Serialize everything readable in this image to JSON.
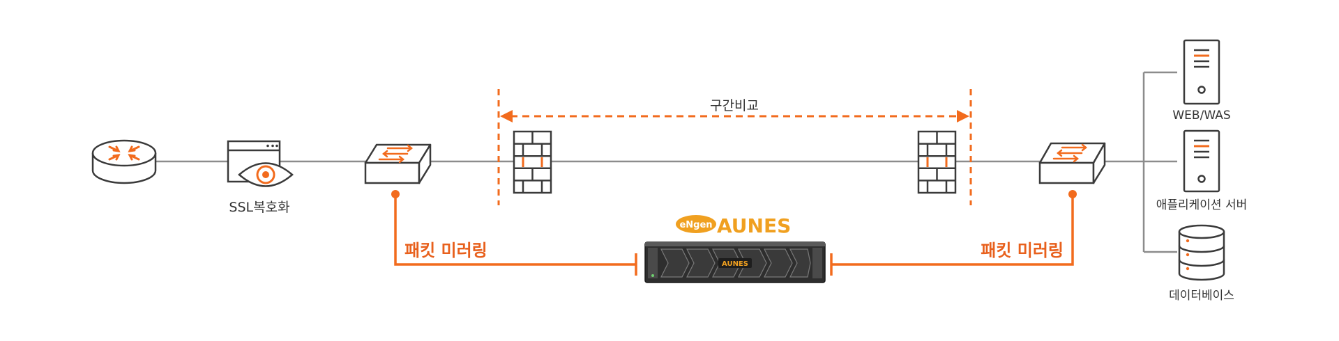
{
  "labels": {
    "ssl": "SSL복호화",
    "section_compare": "구간비교",
    "mirror_left": "패킷 미러링",
    "mirror_right": "패킷 미러링",
    "web_was": "WEB/WAS",
    "app_server": "애플리케이션 서버",
    "database": "데이터베이스"
  },
  "product": {
    "logo_badge": "eNgen",
    "logo_name": "AUNES",
    "device_badge": "AUNES"
  },
  "colors": {
    "accent": "#f26b1d",
    "line": "#8c8c8c",
    "stroke": "#3a3a3a",
    "logo_gold": "#f0a020"
  }
}
